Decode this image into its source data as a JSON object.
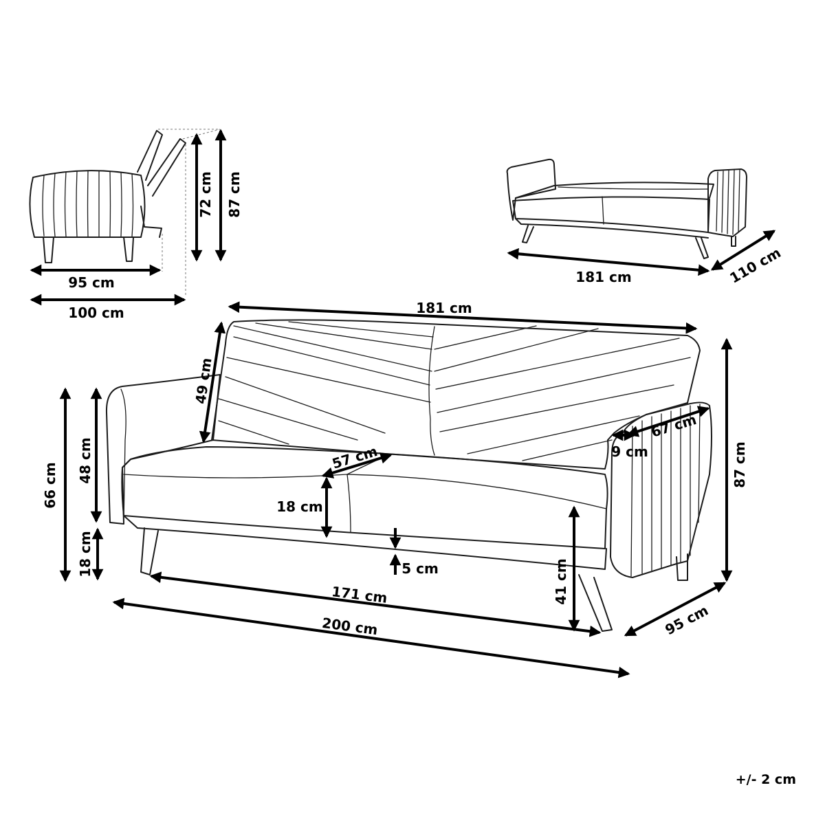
{
  "side_view": {
    "seat_depth": "95 cm",
    "total_depth": "100 cm",
    "backrest_height": "72 cm",
    "total_height": "87 cm"
  },
  "bed_view": {
    "length": "181 cm",
    "width": "110 cm"
  },
  "front_view": {
    "backrest_width": "181 cm",
    "backrest_height": "49 cm",
    "armrest_height": "66 cm",
    "seat_to_floor": "48 cm",
    "leg_height": "18 cm",
    "cushion_depth": "57 cm",
    "cushion_thickness": "18 cm",
    "frame_gap": "5 cm",
    "seat_height": "41 cm",
    "seat_width": "171 cm",
    "total_width": "200 cm",
    "armrest_length": "67 cm",
    "armrest_width": "9 cm",
    "total_height": "87 cm",
    "total_depth": "95 cm"
  },
  "tolerance": "+/- 2 cm",
  "colors": {
    "line": "#1a1a1a",
    "dimension": "#000000",
    "background": "#ffffff"
  }
}
